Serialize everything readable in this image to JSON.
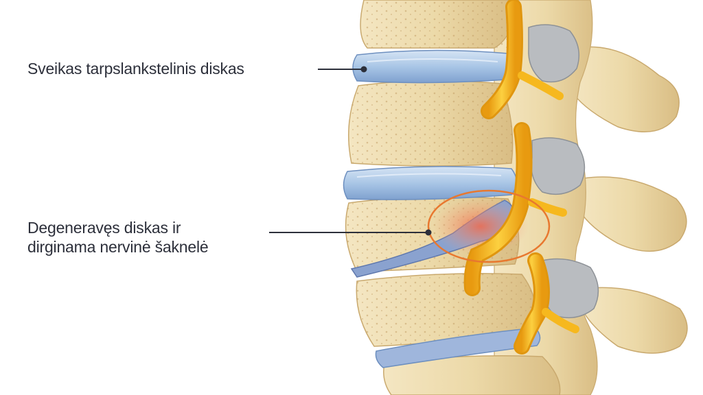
{
  "labels": {
    "healthy_disc": "Sveikas tarpslankstelinis diskas",
    "degenerated_line1": "Degeneravęs diskas ir",
    "degenerated_line2": "dirginama nervinė šaknelė"
  },
  "colors": {
    "bone": "#ecd9a8",
    "bone_shadow": "#c9a96e",
    "disc_healthy": "#a9c6e6",
    "disc_degenerated": "#7f97c8",
    "nerve": "#f6b81e",
    "inflammation": "#f08a63",
    "highlight_ring": "#e8782f",
    "facet_gray": "#b9bcc0",
    "leader_line": "#2c2f3a"
  },
  "icons": [
    "spine-illustration"
  ]
}
